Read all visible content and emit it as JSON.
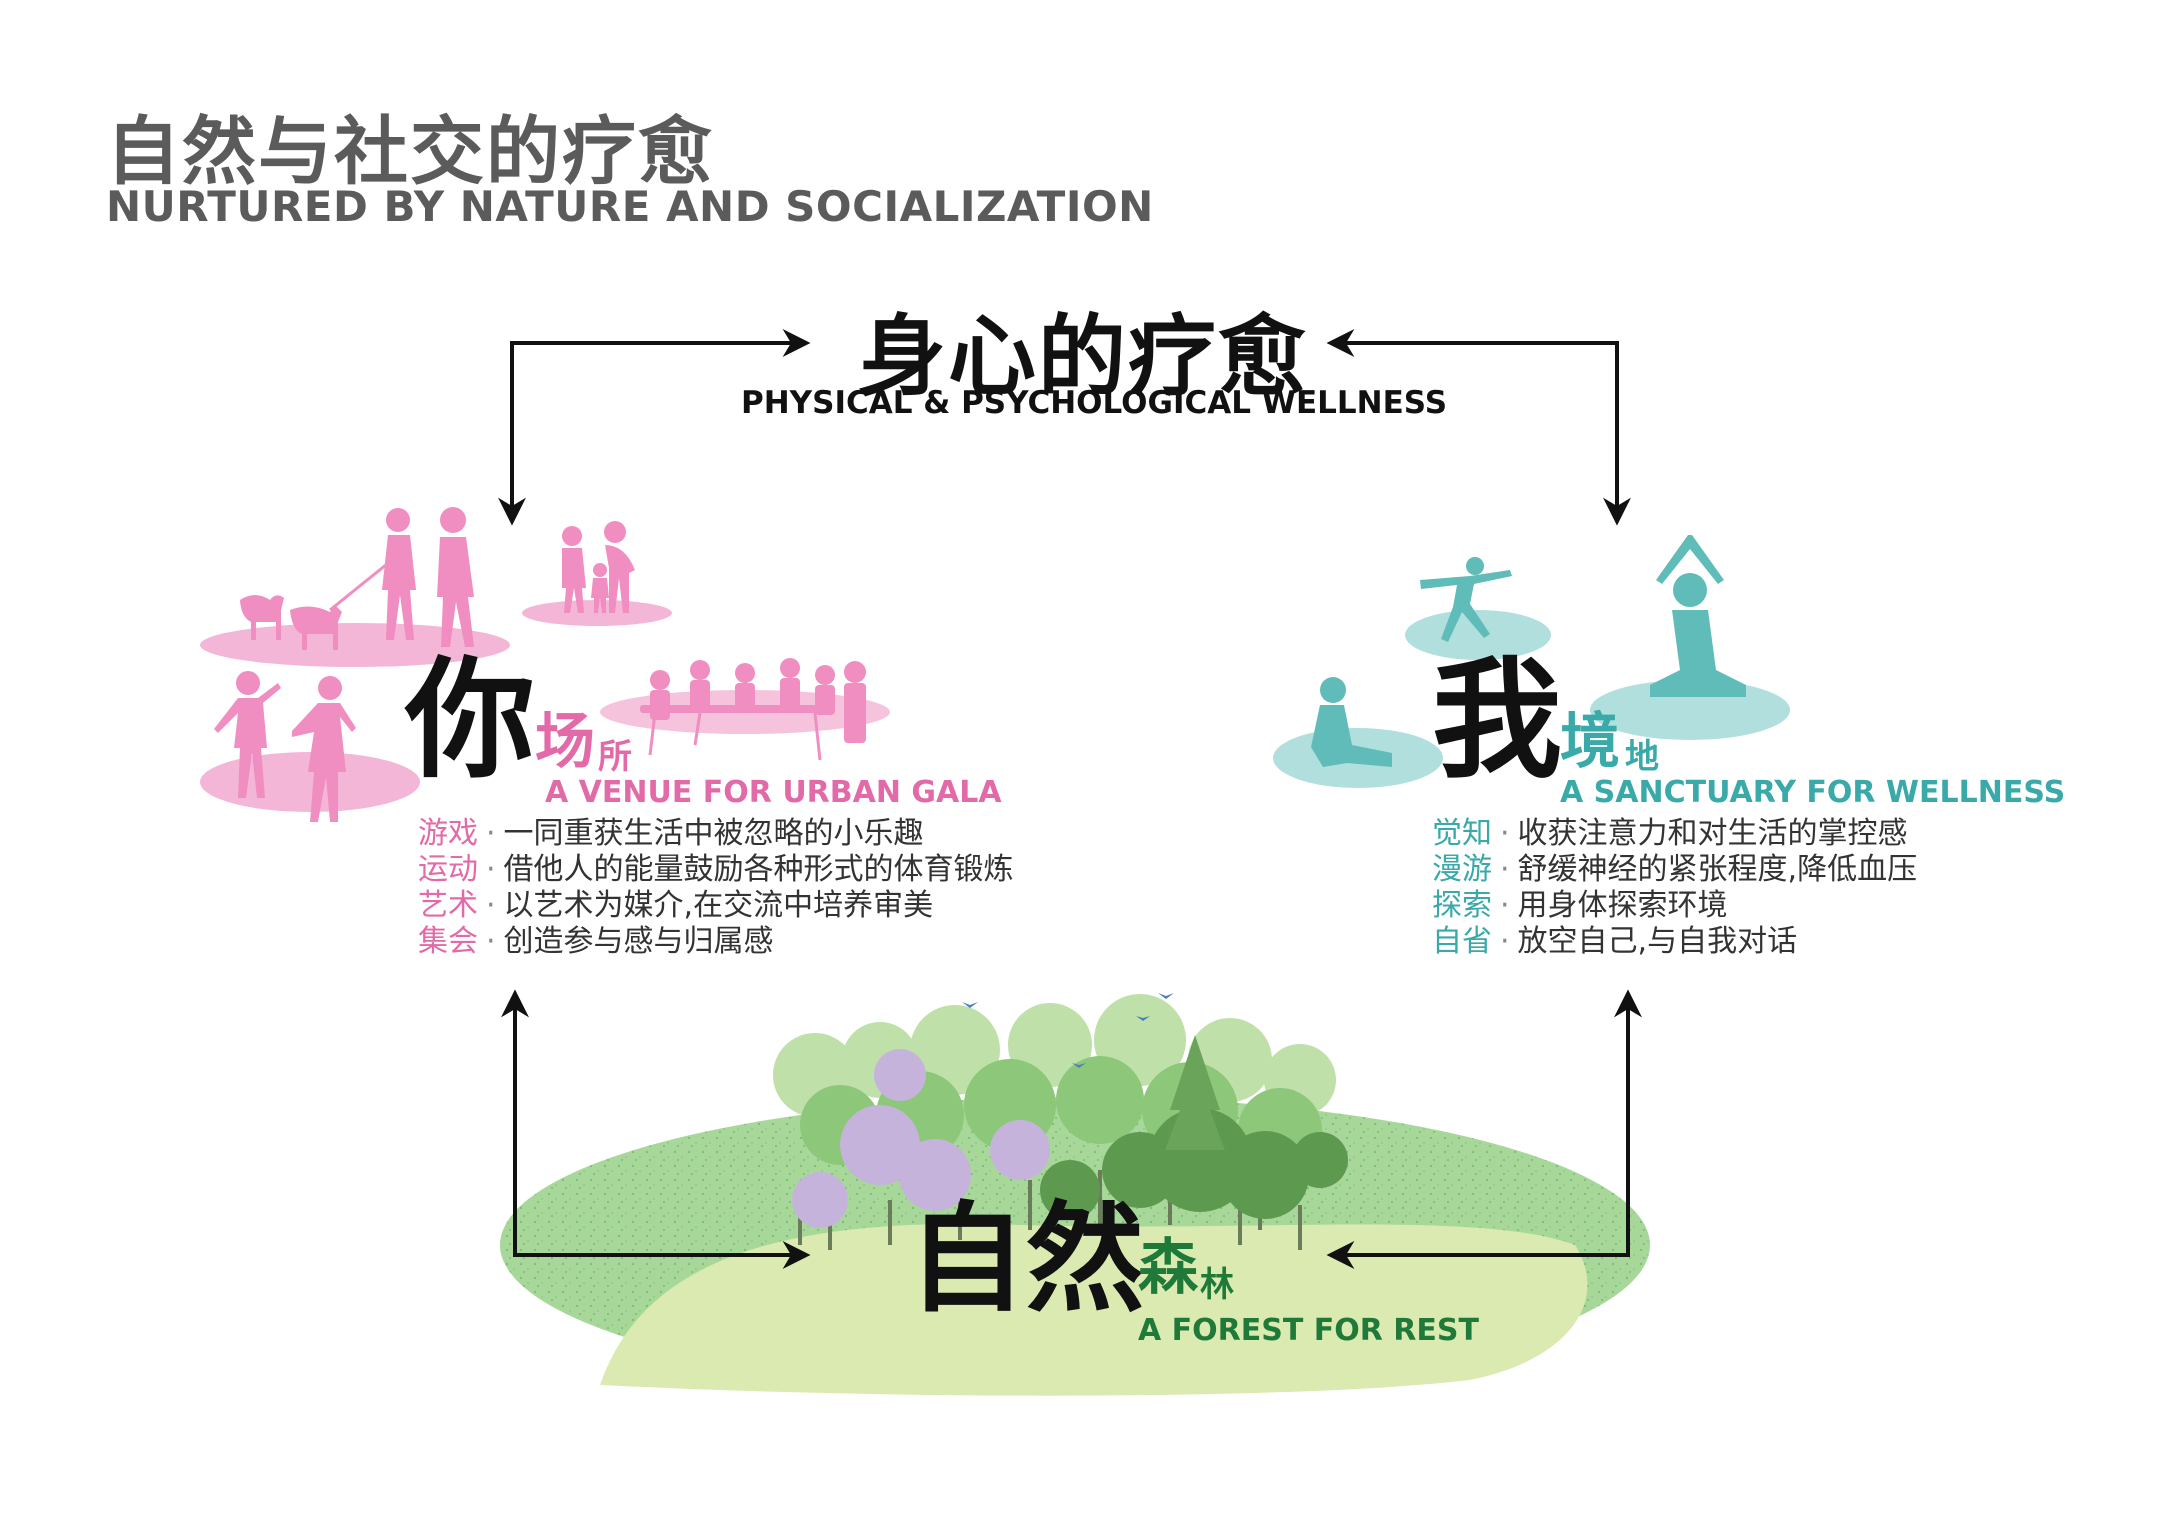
{
  "header": {
    "title_cn": "自然与社交的疗愈",
    "title_en": "NURTURED BY NATURE AND SOCIALIZATION"
  },
  "center": {
    "title_cn": "身心的疗愈",
    "title_en": "PHYSICAL & PSYCHOLOGICAL WELLNESS"
  },
  "left": {
    "big": "你",
    "mid": "场",
    "small": "所",
    "en": "A VENUE FOR URBAN GALA",
    "items": [
      {
        "key": "游戏",
        "text": "一同重获生活中被忽略的小乐趣"
      },
      {
        "key": "运动",
        "text": "借他人的能量鼓励各种形式的体育锻炼"
      },
      {
        "key": "艺术",
        "text": "以艺术为媒介,在交流中培养审美"
      },
      {
        "key": "集会",
        "text": "创造参与感与归属感"
      }
    ]
  },
  "right": {
    "big": "我",
    "mid": "境",
    "small": "地",
    "en": "A SANCTUARY FOR WELLNESS",
    "items": [
      {
        "key": "觉知",
        "text": "收获注意力和对生活的掌控感"
      },
      {
        "key": "漫游",
        "text": "舒缓神经的紧张程度,降低血压"
      },
      {
        "key": "探索",
        "text": "用身体探索环境"
      },
      {
        "key": "自省",
        "text": "放空自己,与自我对话"
      }
    ]
  },
  "bottom": {
    "big": "自然",
    "mid": "森",
    "small": "林",
    "en": "A FOREST FOR REST"
  },
  "colors": {
    "pink": "#e26aa8",
    "pink_light": "#f2a9cf",
    "teal": "#3aa9a9",
    "teal_light": "#a8dcd9",
    "green_dark": "#1f7a3a",
    "lawn": "#a7d89a",
    "lawn_light": "#dbeab0",
    "arrow": "#111111"
  }
}
